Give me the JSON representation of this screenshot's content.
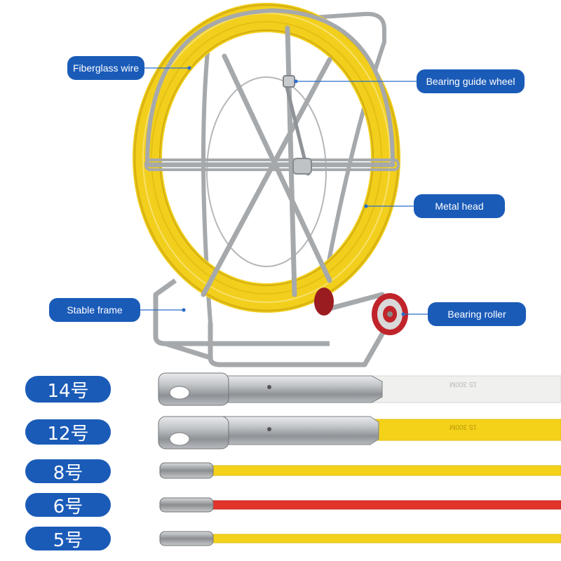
{
  "callouts": {
    "fiberglass_wire": "Fiberglass wire",
    "bearing_guide_wheel": "Bearing guide wheel",
    "metal_head": "Metal head",
    "stable_frame": "Stable frame",
    "bearing_roller": "Bearing roller"
  },
  "sizes": [
    {
      "label": "14号",
      "rod_color": "#f0f0ee",
      "rod_print": "15 300M"
    },
    {
      "label": "12号",
      "rod_color": "#f4d21a",
      "rod_print": "15 300M"
    },
    {
      "label": "8号",
      "rod_color": "#f4d21a"
    },
    {
      "label": "6号",
      "rod_color": "#e2342a"
    },
    {
      "label": "5号",
      "rod_color": "#f4d21a"
    }
  ],
  "colors": {
    "callout_bg": "#1a5bb8",
    "callout_text": "#ffffff",
    "wire_yellow": "#f2cf1c",
    "frame_gray": "#a6a9ac",
    "roller_red": "#c0242a"
  }
}
